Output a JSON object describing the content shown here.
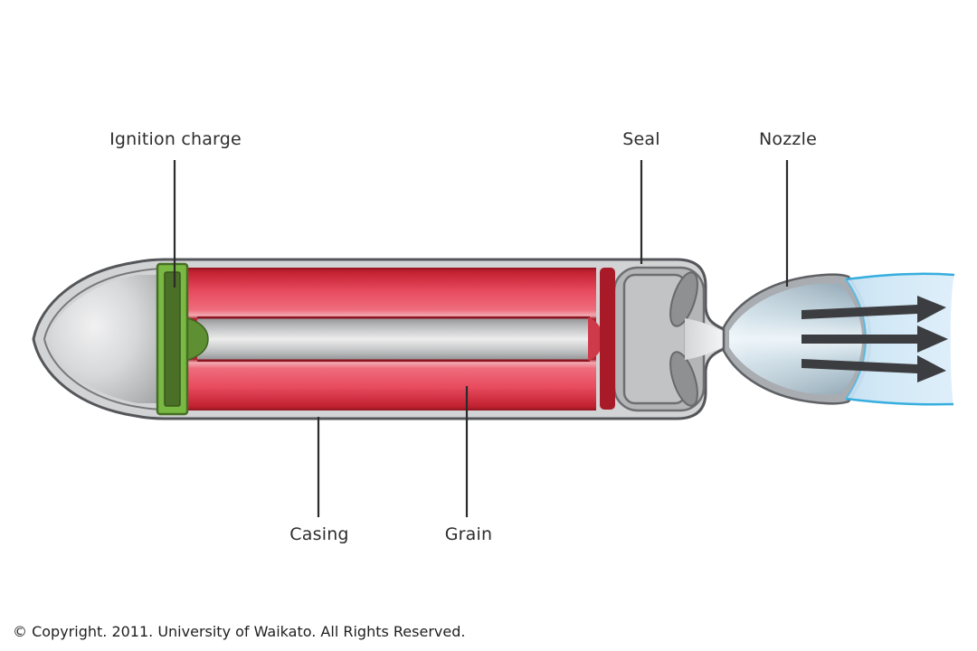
{
  "labels": {
    "ignition_charge": "Ignition charge",
    "seal": "Seal",
    "nozzle": "Nozzle",
    "casing": "Casing",
    "grain": "Grain"
  },
  "footer": {
    "copyright": "© Copyright. 2011. University of Waikato. All Rights Reserved."
  },
  "colors": {
    "label_text": "#2d2d2d",
    "outline": "#55565a",
    "casing_gray": "#d2d3d4",
    "seal_gray": "#b4b5b7",
    "grain_red": "#e23a50",
    "grain_dark_red": "#a81a28",
    "charge_green": "#79b843",
    "charge_dark_green": "#4a6f26",
    "nozzle_steel": "#a9adb1",
    "plume_blue": "#d7ebf7",
    "plume_edge": "#36aede",
    "arrow": "#3c3d40"
  }
}
